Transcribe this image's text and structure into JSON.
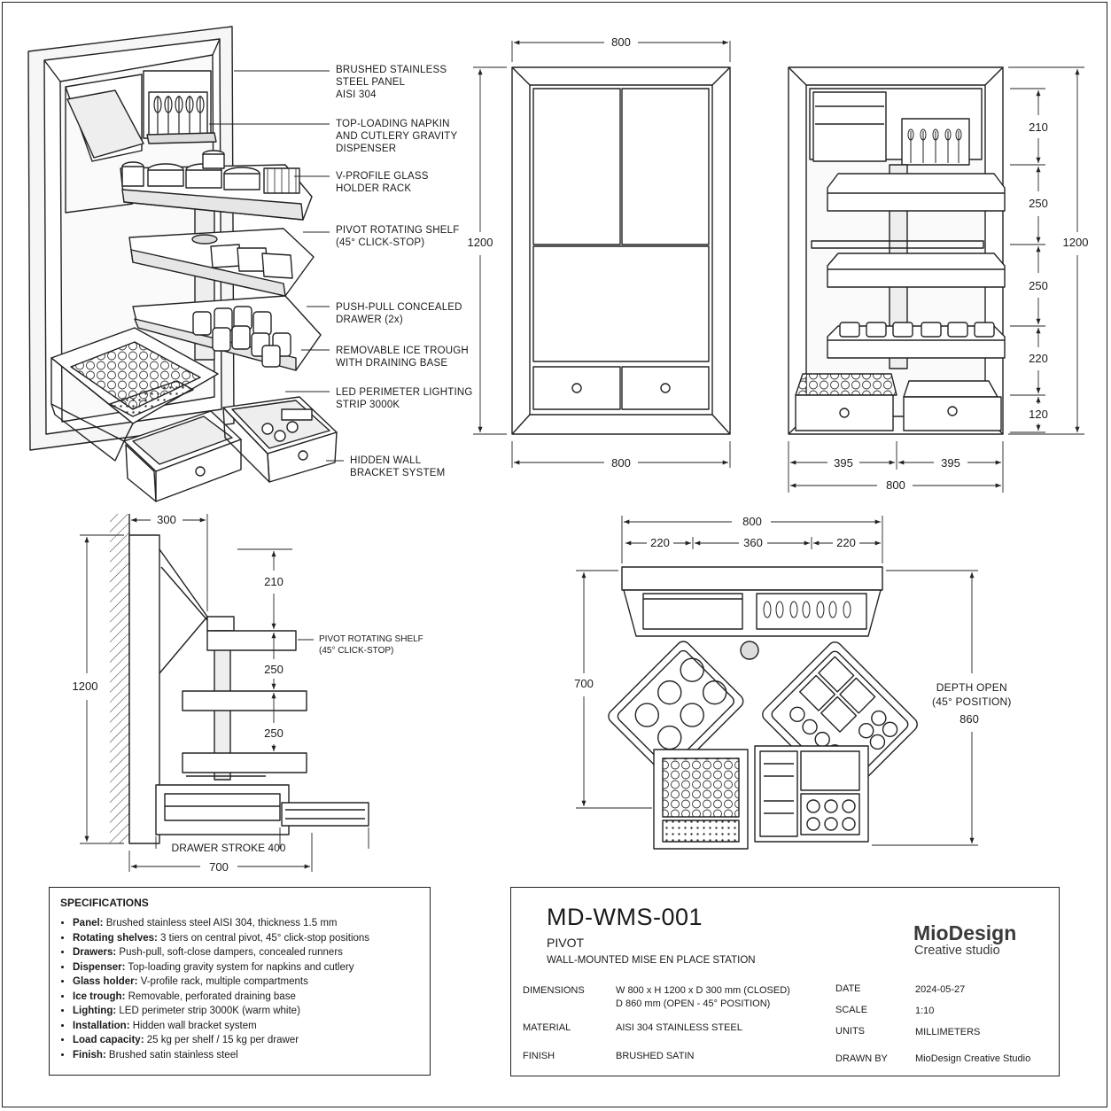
{
  "callouts": {
    "panel": "BRUSHED STAINLESS\nSTEEL PANEL\nAISI 304",
    "dispenser": "TOP-LOADING NAPKIN\nAND CUTLERY GRAVITY\nDISPENSER",
    "glass": "V-PROFILE GLASS\nHOLDER RACK",
    "pivot": "PIVOT ROTATING SHELF\n(45° CLICK-STOP)",
    "drawer": "PUSH-PULL CONCEALED\nDRAWER (2x)",
    "ice": "REMOVABLE ICE TROUGH\nWITH DRAINING BASE",
    "led": "LED PERIMETER LIGHTING\nSTRIP 3000K",
    "bracket": "HIDDEN WALL\nBRACKET SYSTEM"
  },
  "front_view": {
    "width_top": "800",
    "width_bottom": "800",
    "height": "1200"
  },
  "open_front_view": {
    "tiers": [
      "210",
      "250",
      "250",
      "220",
      "120"
    ],
    "height": "1200",
    "half_left": "395",
    "half_right": "395",
    "total": "800"
  },
  "side_view": {
    "depth": "300",
    "height": "1200",
    "tiers": [
      "210",
      "250",
      "250"
    ],
    "callout": "PIVOT ROTATING SHELF\n(45° CLICK-STOP)",
    "stroke_label": "DRAWER STROKE 400",
    "open_depth": "700"
  },
  "plan_view": {
    "width": "800",
    "segments": [
      "220",
      "360",
      "220"
    ],
    "depth_closed": "700",
    "depth_open_label": "DEPTH OPEN\n(45° POSITION)",
    "depth_open": "860"
  },
  "specifications": {
    "heading": "SPECIFICATIONS",
    "items": [
      {
        "key": "Panel:",
        "value": " Brushed stainless steel AISI 304, thickness 1.5 mm"
      },
      {
        "key": "Rotating shelves:",
        "value": " 3 tiers on central pivot, 45° click-stop positions"
      },
      {
        "key": "Drawers:",
        "value": " Push-pull, soft-close dampers, concealed runners"
      },
      {
        "key": "Dispenser:",
        "value": " Top-loading gravity system for napkins and cutlery"
      },
      {
        "key": "Glass holder:",
        "value": " V-profile rack, multiple compartments"
      },
      {
        "key": "Ice trough:",
        "value": " Removable, perforated draining base"
      },
      {
        "key": "Lighting:",
        "value": " LED perimeter strip 3000K (warm white)"
      },
      {
        "key": "Installation:",
        "value": " Hidden wall bracket system"
      },
      {
        "key": "Load capacity:",
        "value": " 25 kg per shelf / 15 kg per drawer"
      },
      {
        "key": "Finish:",
        "value": " Brushed satin stainless steel"
      }
    ]
  },
  "title_block": {
    "code": "MD-WMS-001",
    "name": "PIVOT",
    "subtitle": "WALL-MOUNTED MISE EN PLACE STATION",
    "dimensions_label": "DIMENSIONS",
    "dimensions_value_1": "W 800 x H 1200 x D 300 mm (CLOSED)",
    "dimensions_value_2": "D 860 mm (OPEN - 45° POSITION)",
    "material_label": "MATERIAL",
    "material_value": "AISI 304 STAINLESS STEEL",
    "finish_label": "FINISH",
    "finish_value": "BRUSHED SATIN",
    "date_label": "DATE",
    "date_value": "2024-05-27",
    "scale_label": "SCALE",
    "scale_value": "1:10",
    "units_label": "UNITS",
    "units_value": "MILLIMETERS",
    "drawn_label": "DRAWN BY",
    "drawn_value": "MioDesign Creative Studio",
    "brand_name": "MioDesign",
    "brand_tagline": "Creative studio",
    "logo_icon": "m-cube-logo-icon",
    "logo_colors": [
      "#e8741e",
      "#f2a03d",
      "#3a3a3a"
    ]
  }
}
